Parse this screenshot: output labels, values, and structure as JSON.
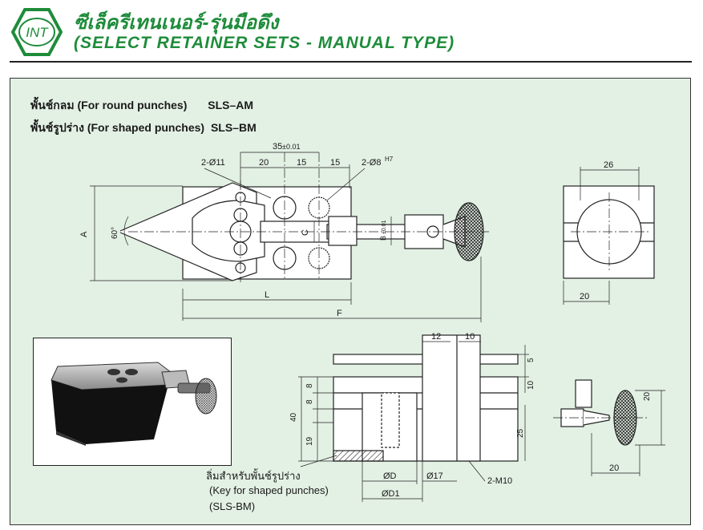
{
  "header": {
    "logo_text": "INT",
    "title_thai": "ซีเล็ครีเทนเนอร์-รุ่นมือดึง",
    "title_english": "(SELECT RETAINER SETS - MANUAL TYPE)"
  },
  "specs": {
    "round_label": "พั้นช์กลม (For round punches)",
    "round_code": "SLS–AM",
    "shaped_label": "พั้นช์รูปร่าง (For shaped punches)",
    "shaped_code": "SLS–BM"
  },
  "dims": {
    "d35": "35",
    "d35_tol": "±0.01",
    "d20_top": "20",
    "d15_a": "15",
    "d15_b": "15",
    "hole11": "2-Ø11",
    "hole8": "2-Ø8",
    "hole8_tol": "H7",
    "dim_a": "A",
    "angle": "60°",
    "dim_c": "C",
    "dim_b": "B",
    "dim_b_tol": "±0.01",
    "dim_l": "L",
    "dim_f": "F",
    "d26": "26",
    "d20_side": "20",
    "d12": "12",
    "d10": "10",
    "d5": "5",
    "d10_right": "10",
    "d8_a": "8",
    "d8_b": "8",
    "d40": "40",
    "d19": "19",
    "d25": "25",
    "od": "ØD",
    "od1": "ØD1",
    "o17": "Ø17",
    "m10": "2-M10",
    "d20_knob_h": "20",
    "d20_knob_w": "20"
  },
  "key_note": {
    "thai": "ลิ่มสำหรับพั้นช์รูปร่าง",
    "english": "(Key for shaped punches)",
    "code": "(SLS-BM)"
  },
  "colors": {
    "brand_green": "#1e8c3a",
    "panel_bg": "#e3f0e4"
  }
}
